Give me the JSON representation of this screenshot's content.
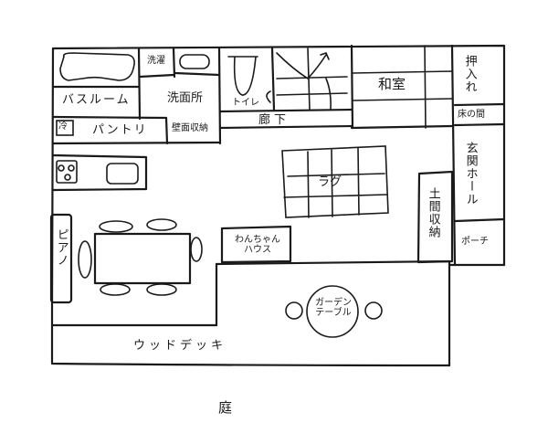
{
  "plan": {
    "rooms": {
      "washer": "洗濯",
      "bathroom": "バスルーム",
      "washroom": "洗面所",
      "wall_storage": "壁面収納",
      "fridge": "冷",
      "pantry": "パントリ",
      "toilet": "トイレ",
      "hallway": "廊下",
      "japanese_room": "和室",
      "closet": "押入れ",
      "tokonoma": "床の間",
      "entrance_hall": "玄関ホール",
      "doma_storage": "土間収納",
      "porch": "ポーチ",
      "rug": "ラグ",
      "dog_house": "わんちゃんハウス",
      "dog_house_line1": "わんちゃん",
      "dog_house_line2": "ハウス",
      "piano": "ピアノ",
      "garden_table": "ガーデンテーブル",
      "garden_table_line1": "ガーデン",
      "garden_table_line2": "テーブル",
      "wood_deck": "ウッドデッキ",
      "garden": "庭"
    },
    "furniture": {
      "dining_chairs": 6,
      "garden_chairs": 2,
      "stove_burners": 3
    }
  }
}
